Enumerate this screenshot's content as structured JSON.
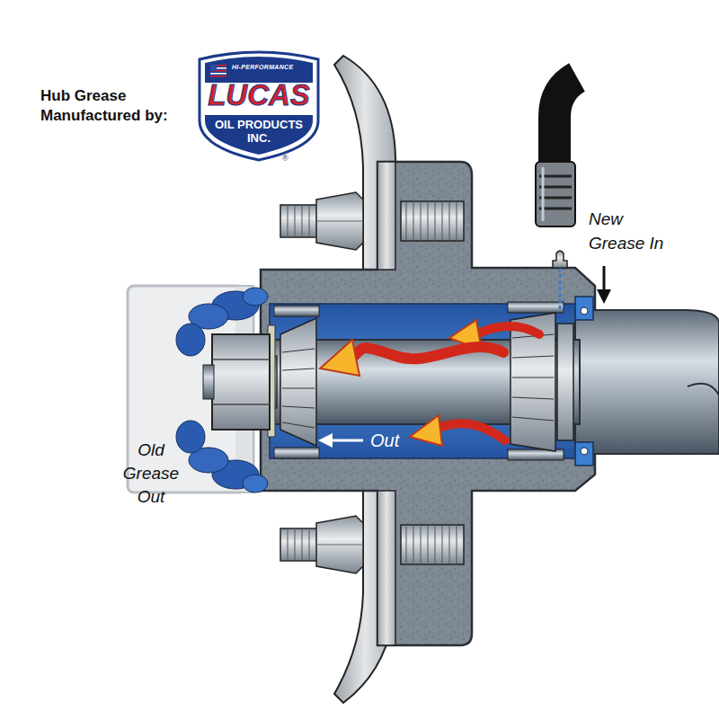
{
  "diagram": {
    "title": "Hub Grease Manufactured by:",
    "nodes": [
      {
        "text": [
          "HI-PERFORMANCE",
          "LUCAS",
          "OIL PRODUCTS INC."
        ]
      }
    ],
    "labels": [
      "®",
      "New Grease In",
      "Out",
      "Old Grease Out"
    ]
  }
}
